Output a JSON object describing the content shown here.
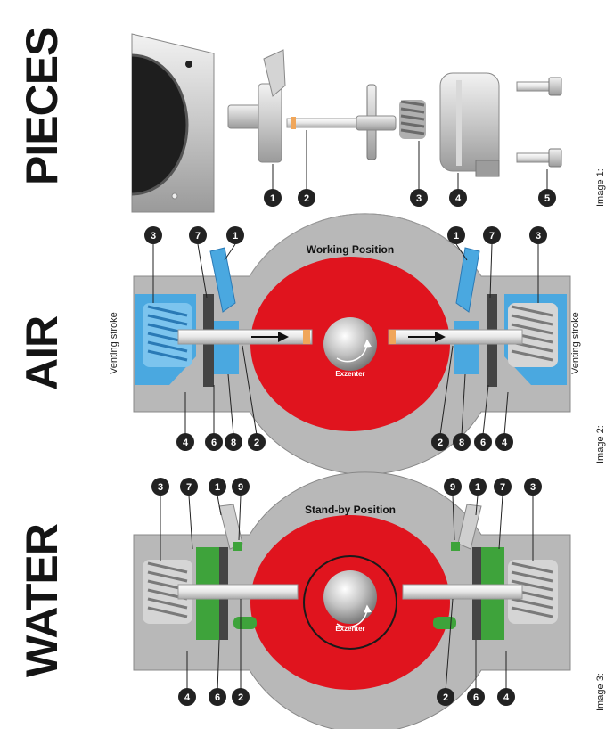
{
  "rows": [
    {
      "title": "PIECES",
      "caption": "Image 1:",
      "numbers": [
        "1",
        "2",
        "3",
        "4",
        "5"
      ]
    },
    {
      "title": "AIR",
      "caption": "Image 2:",
      "position_label": "Working Position",
      "stroke_label": "Venting stroke",
      "center_label": "Exzenter",
      "top_left": [
        "3",
        "7",
        "1"
      ],
      "top_right": [
        "1",
        "7",
        "3"
      ],
      "bottom_left": [
        "4",
        "6",
        "8",
        "2"
      ],
      "bottom_right": [
        "2",
        "8",
        "6",
        "4"
      ]
    },
    {
      "title": "WATER",
      "caption": "Image 3:",
      "position_label": "Stand-by Position",
      "center_label": "Exzenter",
      "top_left": [
        "3",
        "7",
        "1",
        "9"
      ],
      "top_right": [
        "9",
        "1",
        "7",
        "3"
      ],
      "bottom_left": [
        "4",
        "6",
        "2"
      ],
      "bottom_right": [
        "2",
        "6",
        "4"
      ]
    }
  ],
  "colors": {
    "chamber_red": "#e0141e",
    "air_blue": "#4aa8e0",
    "water_green": "#3ea33b",
    "housing_gray": "#b7b7b7",
    "callout_dark": "#222222"
  }
}
